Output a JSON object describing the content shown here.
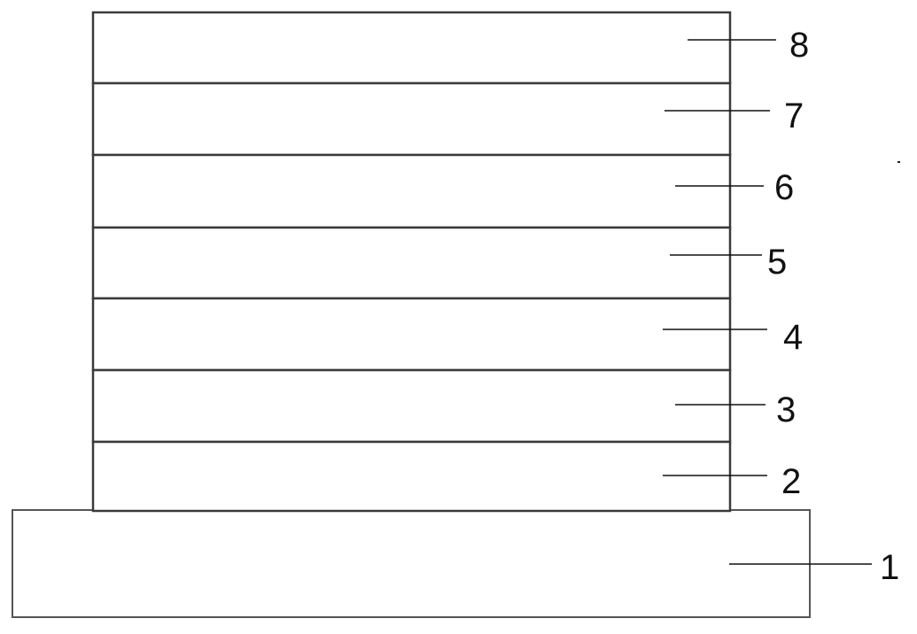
{
  "diagram": {
    "layers": [
      {
        "label": "8"
      },
      {
        "label": "7"
      },
      {
        "label": "6"
      },
      {
        "label": "5"
      },
      {
        "label": "4"
      },
      {
        "label": "3"
      },
      {
        "label": "2"
      }
    ],
    "substrate": {
      "label": "1"
    }
  }
}
